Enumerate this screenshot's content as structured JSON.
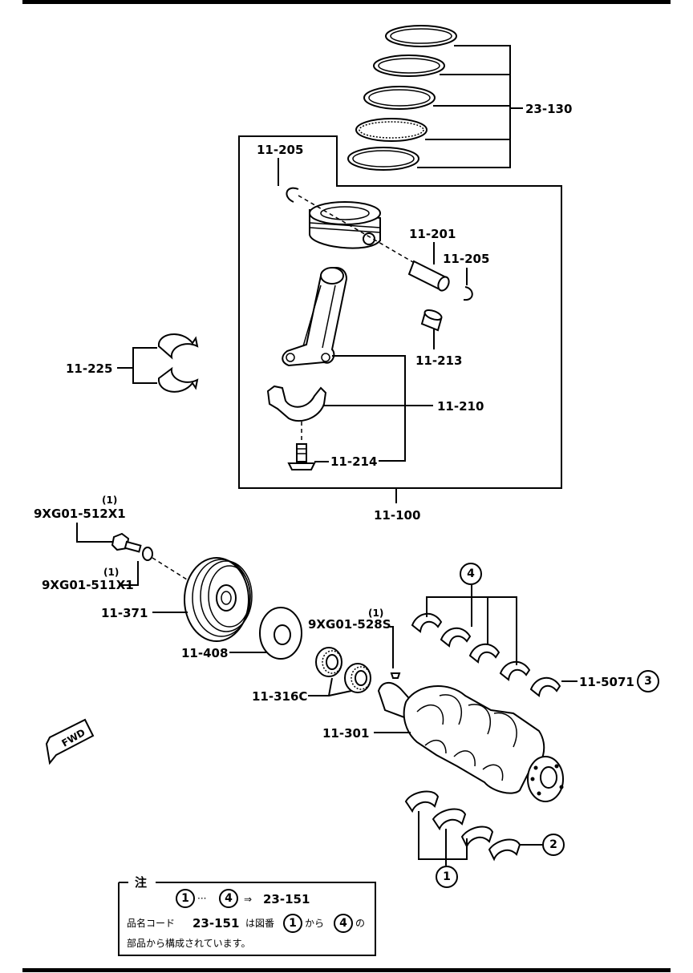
{
  "parts": {
    "piston_rings": "23-130",
    "snap_ring_left": "11-205",
    "piston_pin": "11-201",
    "snap_ring_right": "11-205",
    "bushing": "11-213",
    "con_rod_bearing": "11-225",
    "rod_cap": "11-210",
    "rod_bolt": "11-214",
    "piston_con_rod_assy": "11-100",
    "pulley_bolt": "9XG01-512X1",
    "pulley_bolt_qty": "(1)",
    "washer": "9XG01-511X1",
    "washer_qty": "(1)",
    "pulley": "11-371",
    "key": "9XG01-528S",
    "key_qty": "(1)",
    "plate": "11-408",
    "gears": "11-316C",
    "crankshaft": "11-301",
    "thrust_bearing": "11-5071"
  },
  "callouts": {
    "one": "1",
    "two": "2",
    "three": "3",
    "four": "4"
  },
  "fwd": "FWD",
  "note": {
    "title": "注",
    "range_from": "1",
    "range_sep": "···",
    "range_to": "4",
    "arrow": "⇒",
    "result": "23-151",
    "line2_a": "品名コード",
    "line2_code": "23-151",
    "line2_b": "は図番",
    "line2_from": "1",
    "line2_c": "から",
    "line2_to": "4",
    "line2_d": "の",
    "line3": "部品から構成されています。"
  }
}
